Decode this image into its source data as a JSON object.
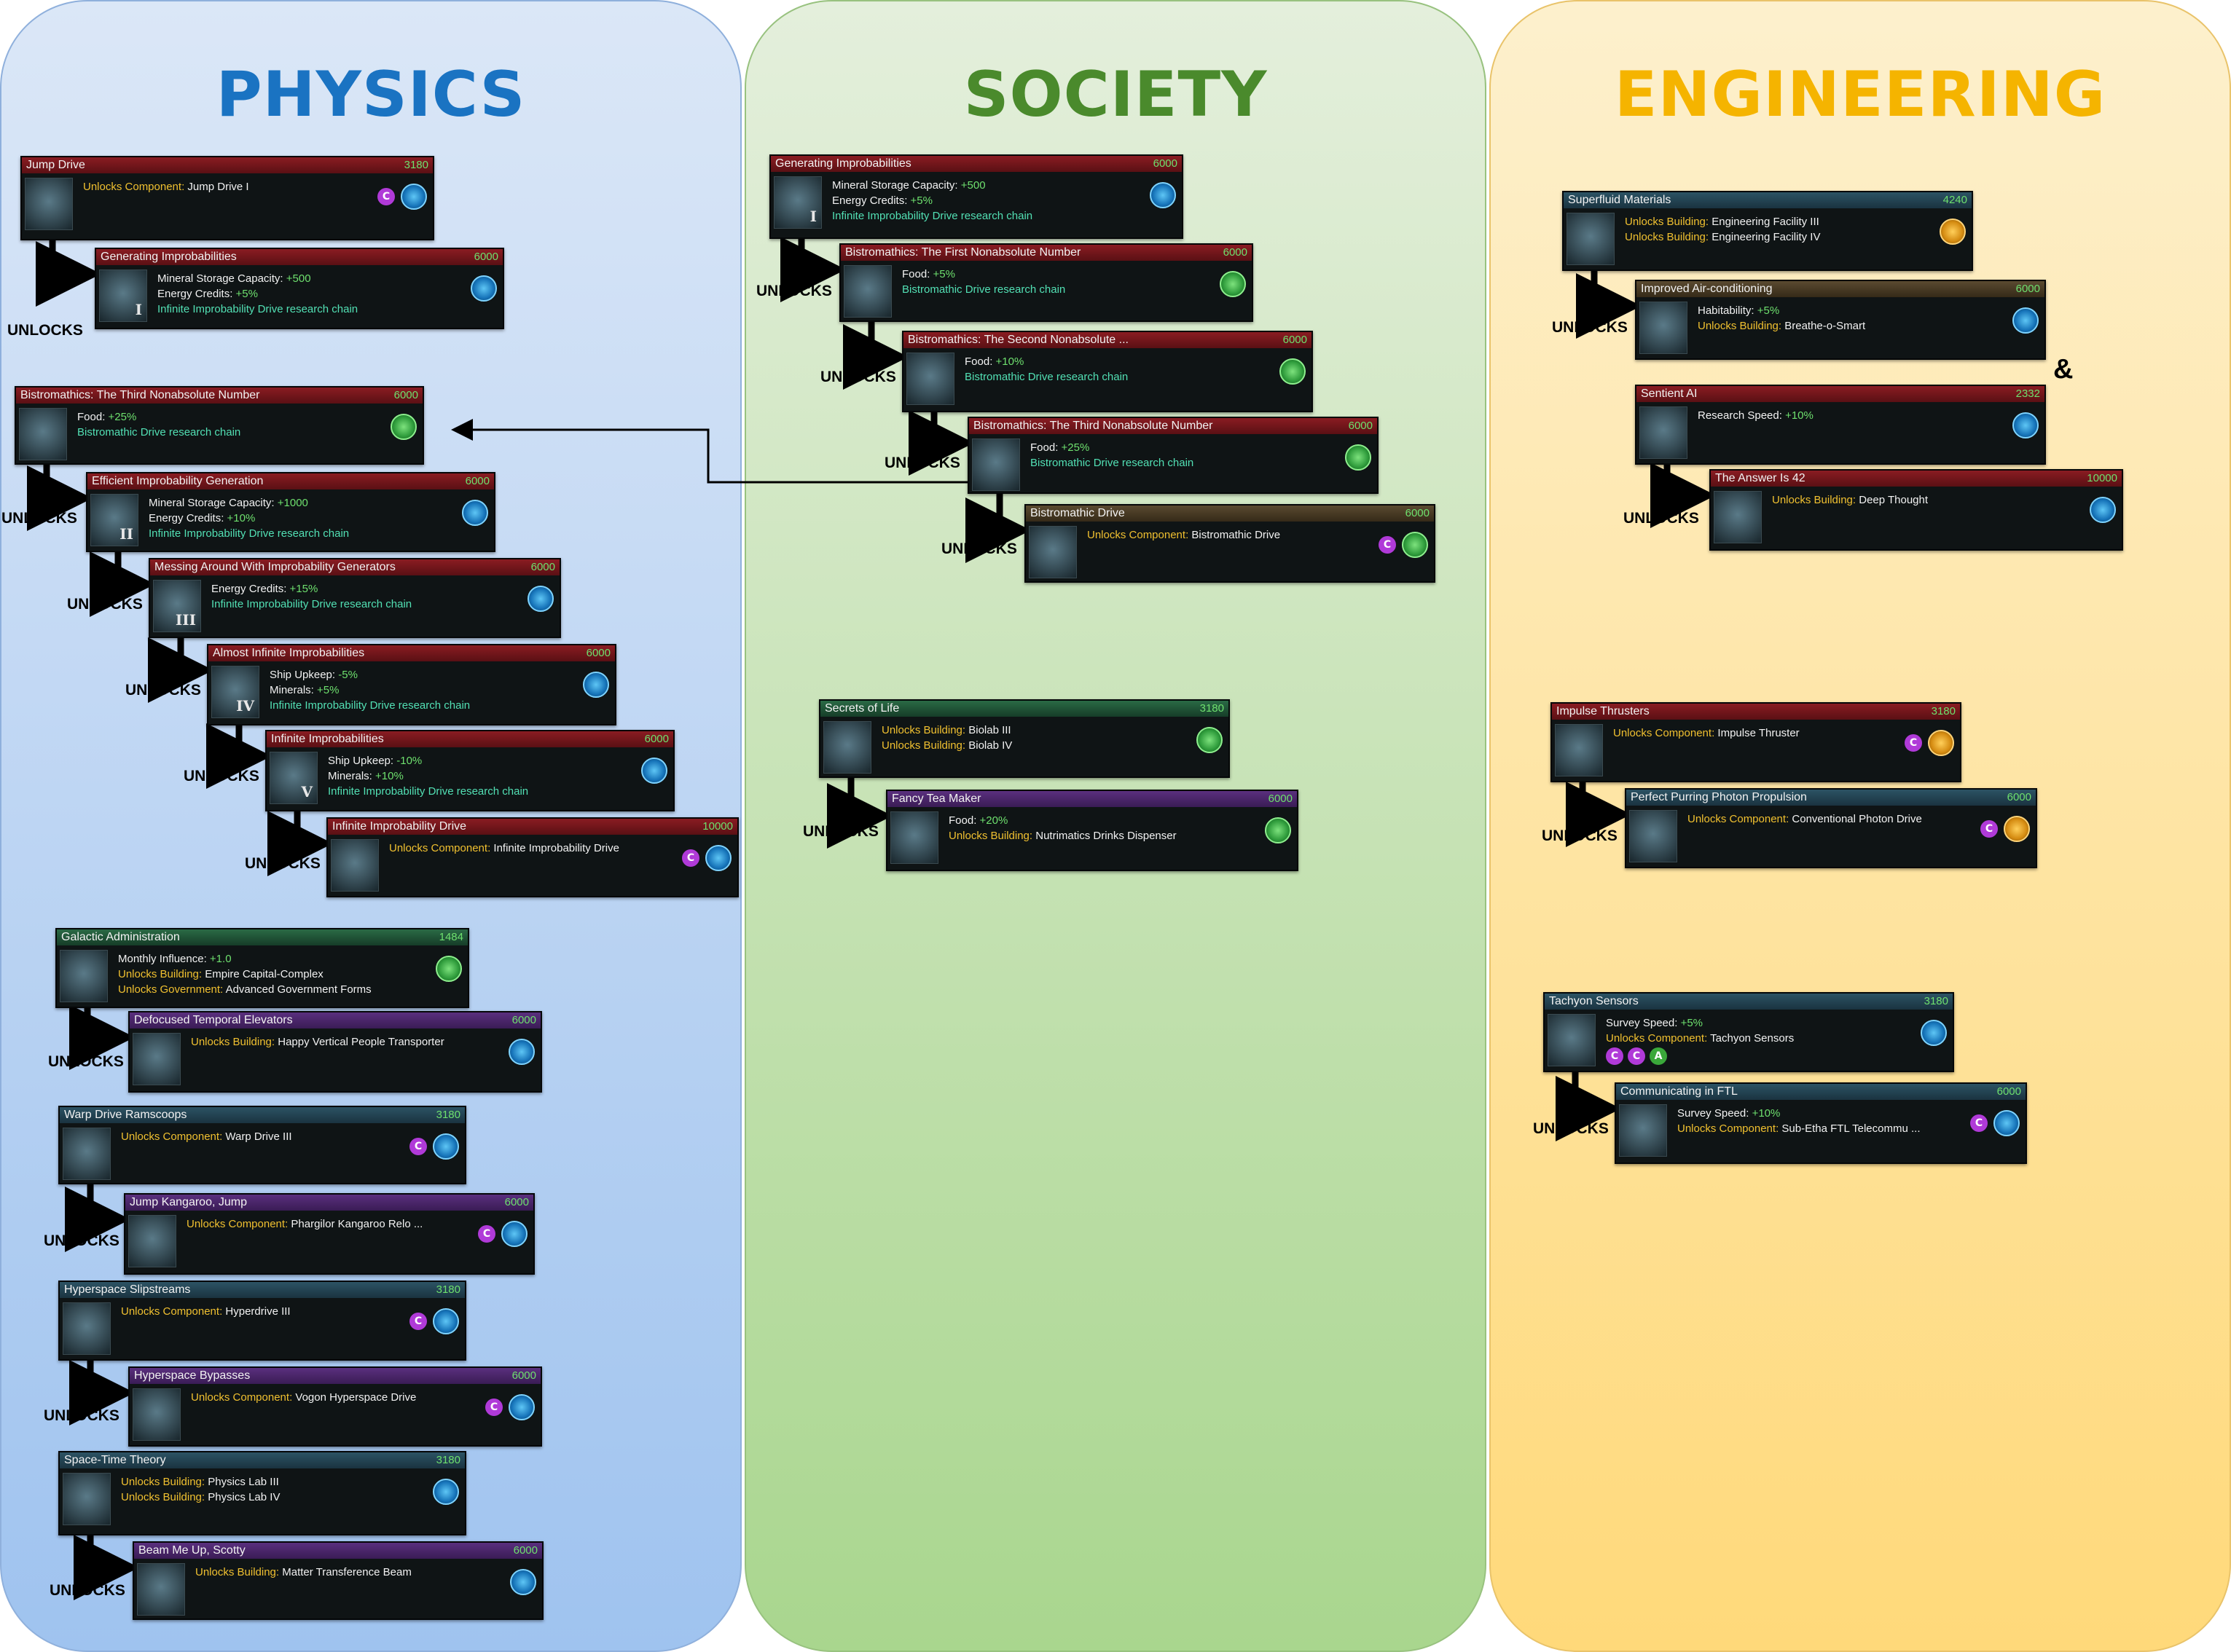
{
  "columns": {
    "physics": "PHYSICS",
    "society": "SOCIETY",
    "engineering": "ENGINEERING"
  },
  "unlocks_label": "UNLOCKS",
  "ampersand": "&",
  "cards": [
    {
      "id": "p1",
      "title": "Jump Drive",
      "cost": "3180",
      "lines": [
        {
          "k": "Unlocks Component:",
          "v": "Jump Drive I"
        }
      ],
      "icons": [
        "c",
        "blue"
      ]
    },
    {
      "id": "p2",
      "title": "Generating Improbabilities",
      "cost": "6000",
      "thumb": "I",
      "lines": [
        {
          "w": "Mineral Storage Capacity:",
          "g": "+500"
        },
        {
          "w": "Energy Credits:",
          "g": "+5%"
        },
        {
          "c": "Infinite Improbability Drive research chain"
        }
      ],
      "icons": [
        "blue"
      ]
    },
    {
      "id": "p3",
      "title": "Bistromathics: The Third Nonabsolute Number",
      "cost": "6000",
      "lines": [
        {
          "w": "Food:",
          "g": "+25%"
        },
        {
          "c": "Bistromathic Drive research chain"
        }
      ],
      "icons": [
        "green"
      ]
    },
    {
      "id": "p4",
      "title": "Efficient Improbability Generation",
      "cost": "6000",
      "thumb": "II",
      "lines": [
        {
          "w": "Mineral Storage Capacity:",
          "g": "+1000"
        },
        {
          "w": "Energy Credits:",
          "g": "+10%"
        },
        {
          "c": "Infinite Improbability Drive research chain"
        }
      ],
      "icons": [
        "blue"
      ]
    },
    {
      "id": "p5",
      "title": "Messing Around With Improbability Generators",
      "cost": "6000",
      "thumb": "III",
      "lines": [
        {
          "w": "Energy Credits:",
          "g": "+15%"
        },
        {
          "c": "Infinite Improbability Drive research chain"
        }
      ],
      "icons": [
        "blue"
      ]
    },
    {
      "id": "p6",
      "title": "Almost Infinite Improbabilities",
      "cost": "6000",
      "thumb": "IV",
      "lines": [
        {
          "w": "Ship Upkeep:",
          "g": "-5%"
        },
        {
          "w": "Minerals:",
          "g": "+5%"
        },
        {
          "c": "Infinite Improbability Drive research chain"
        }
      ],
      "icons": [
        "blue"
      ]
    },
    {
      "id": "p7",
      "title": "Infinite Improbabilities",
      "cost": "6000",
      "thumb": "V",
      "lines": [
        {
          "w": "Ship Upkeep:",
          "g": "-10%"
        },
        {
          "w": "Minerals:",
          "g": "+10%"
        },
        {
          "c": "Infinite Improbability Drive research chain"
        }
      ],
      "icons": [
        "blue"
      ]
    },
    {
      "id": "p8",
      "title": "Infinite Improbability Drive",
      "cost": "10000",
      "lines": [
        {
          "k": "Unlocks Component:",
          "v": "Infinite Improbability Drive"
        }
      ],
      "icons": [
        "c",
        "blue"
      ]
    },
    {
      "id": "p9",
      "title": "Galactic Administration",
      "cost": "1484",
      "lines": [
        {
          "w": "Monthly Influence:",
          "g": "+1.0"
        },
        {
          "k": "Unlocks Building:",
          "v": "Empire Capital-Complex"
        },
        {
          "k": "Unlocks Government:",
          "v": "Advanced Government Forms"
        }
      ],
      "icons": [
        "green"
      ]
    },
    {
      "id": "p10",
      "title": "Defocused Temporal Elevators",
      "cost": "6000",
      "lines": [
        {
          "k": "Unlocks Building:",
          "v": "Happy Vertical People Transporter"
        }
      ],
      "icons": [
        "blue"
      ]
    },
    {
      "id": "p11",
      "title": "Warp Drive Ramscoops",
      "cost": "3180",
      "lines": [
        {
          "k": "Unlocks Component:",
          "v": "Warp Drive III"
        }
      ],
      "icons": [
        "c",
        "blue"
      ]
    },
    {
      "id": "p12",
      "title": "Jump Kangaroo, Jump",
      "cost": "6000",
      "lines": [
        {
          "k": "Unlocks Component:",
          "v": "Phargilor Kangaroo Relo ..."
        }
      ],
      "icons": [
        "c",
        "blue"
      ]
    },
    {
      "id": "p13",
      "title": "Hyperspace Slipstreams",
      "cost": "3180",
      "lines": [
        {
          "k": "Unlocks Component:",
          "v": "Hyperdrive III"
        }
      ],
      "icons": [
        "c",
        "blue"
      ]
    },
    {
      "id": "p14",
      "title": "Hyperspace Bypasses",
      "cost": "6000",
      "lines": [
        {
          "k": "Unlocks Component:",
          "v": "Vogon Hyperspace Drive"
        }
      ],
      "icons": [
        "c",
        "blue"
      ]
    },
    {
      "id": "p15",
      "title": "Space-Time Theory",
      "cost": "3180",
      "lines": [
        {
          "k": "Unlocks Building:",
          "v": "Physics Lab III"
        },
        {
          "k": "Unlocks Building:",
          "v": "Physics Lab IV"
        }
      ],
      "icons": [
        "blue"
      ]
    },
    {
      "id": "p16",
      "title": "Beam Me Up, Scotty",
      "cost": "6000",
      "lines": [
        {
          "k": "Unlocks Building:",
          "v": "Matter Transference Beam"
        }
      ],
      "icons": [
        "blue"
      ]
    },
    {
      "id": "s1",
      "title": "Generating Improbabilities",
      "cost": "6000",
      "thumb": "I",
      "lines": [
        {
          "w": "Mineral Storage Capacity:",
          "g": "+500"
        },
        {
          "w": "Energy Credits:",
          "g": "+5%"
        },
        {
          "c": "Infinite Improbability Drive research chain"
        }
      ],
      "icons": [
        "blue"
      ]
    },
    {
      "id": "s2",
      "title": "Bistromathics: The First Nonabsolute Number",
      "cost": "6000",
      "lines": [
        {
          "w": "Food:",
          "g": "+5%"
        },
        {
          "c": "Bistromathic Drive research chain"
        }
      ],
      "icons": [
        "green"
      ]
    },
    {
      "id": "s3",
      "title": "Bistromathics: The Second Nonabsolute ...",
      "cost": "6000",
      "lines": [
        {
          "w": "Food:",
          "g": "+10%"
        },
        {
          "c": "Bistromathic Drive research chain"
        }
      ],
      "icons": [
        "green"
      ]
    },
    {
      "id": "s4",
      "title": "Bistromathics: The Third Nonabsolute Number",
      "cost": "6000",
      "lines": [
        {
          "w": "Food:",
          "g": "+25%"
        },
        {
          "c": "Bistromathic Drive research chain"
        }
      ],
      "icons": [
        "green"
      ]
    },
    {
      "id": "s5",
      "title": "Bistromathic Drive",
      "cost": "6000",
      "lines": [
        {
          "k": "Unlocks Component:",
          "v": "Bistromathic Drive"
        }
      ],
      "icons": [
        "c",
        "green"
      ]
    },
    {
      "id": "s6",
      "title": "Secrets of Life",
      "cost": "3180",
      "lines": [
        {
          "k": "Unlocks Building:",
          "v": "Biolab III"
        },
        {
          "k": "Unlocks Building:",
          "v": "Biolab IV"
        }
      ],
      "icons": [
        "green"
      ]
    },
    {
      "id": "s7",
      "title": "Fancy Tea Maker",
      "cost": "6000",
      "lines": [
        {
          "w": "Food:",
          "g": "+20%"
        },
        {
          "k": "Unlocks Building:",
          "v": "Nutrimatics Drinks Dispenser"
        }
      ],
      "icons": [
        "green"
      ]
    },
    {
      "id": "e1",
      "title": "Superfluid Materials",
      "cost": "4240",
      "lines": [
        {
          "k": "Unlocks Building:",
          "v": "Engineering Facility III"
        },
        {
          "k": "Unlocks Building:",
          "v": "Engineering Facility IV"
        }
      ],
      "icons": [
        "orange"
      ]
    },
    {
      "id": "e2",
      "title": "Improved Air-conditioning",
      "cost": "6000",
      "lines": [
        {
          "w": "Habitability:",
          "g": "+5%"
        },
        {
          "k": "Unlocks Building:",
          "v": "Breathe-o-Smart"
        }
      ],
      "icons": [
        "blue"
      ]
    },
    {
      "id": "e3",
      "title": "Sentient AI",
      "cost": "2332",
      "lines": [
        {
          "w": "Research Speed:",
          "g": "+10%"
        }
      ],
      "icons": [
        "blue"
      ]
    },
    {
      "id": "e4",
      "title": "The Answer Is 42",
      "cost": "10000",
      "lines": [
        {
          "k": "Unlocks Building:",
          "v": "Deep Thought"
        }
      ],
      "icons": [
        "blue"
      ]
    },
    {
      "id": "e5",
      "title": "Impulse Thrusters",
      "cost": "3180",
      "lines": [
        {
          "k": "Unlocks Component:",
          "v": "Impulse Thruster"
        }
      ],
      "icons": [
        "c",
        "orange"
      ]
    },
    {
      "id": "e6",
      "title": "Perfect Purring Photon Propulsion",
      "cost": "6000",
      "lines": [
        {
          "k": "Unlocks Component:",
          "v": "Conventional Photon Drive"
        }
      ],
      "icons": [
        "c",
        "orange"
      ]
    },
    {
      "id": "e7",
      "title": "Tachyon Sensors",
      "cost": "3180",
      "lines": [
        {
          "w": "Survey Speed:",
          "g": "+5%"
        },
        {
          "k": "Unlocks Component:",
          "v": "Tachyon Sensors"
        }
      ],
      "badges": [
        "C",
        "C",
        "A"
      ],
      "icons": [
        "blue"
      ]
    },
    {
      "id": "e8",
      "title": "Communicating in FTL",
      "cost": "6000",
      "lines": [
        {
          "w": "Survey Speed:",
          "g": "+10%"
        },
        {
          "k": "Unlocks Component:",
          "v": "Sub-Etha FTL Telecommu ..."
        }
      ],
      "icons": [
        "c",
        "blue"
      ]
    }
  ]
}
